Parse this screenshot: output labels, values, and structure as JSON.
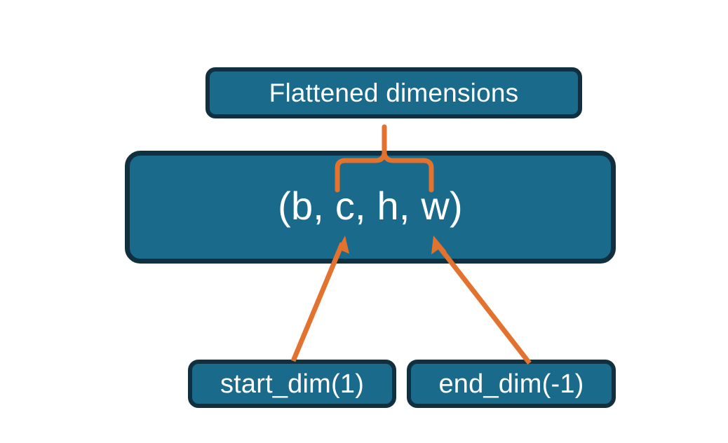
{
  "diagram": {
    "title_node": {
      "label": "Flattened dimensions"
    },
    "tuple_node": {
      "label": "(b, c, h, w)"
    },
    "start_node": {
      "label": "start_dim(1)"
    },
    "end_node": {
      "label": "end_dim(-1)"
    },
    "colors": {
      "node_fill": "#1A6A8C",
      "node_border": "#11303F",
      "node_text": "#FFFFFF",
      "accent": "#E2722E",
      "background": "#FFFFFF"
    }
  }
}
